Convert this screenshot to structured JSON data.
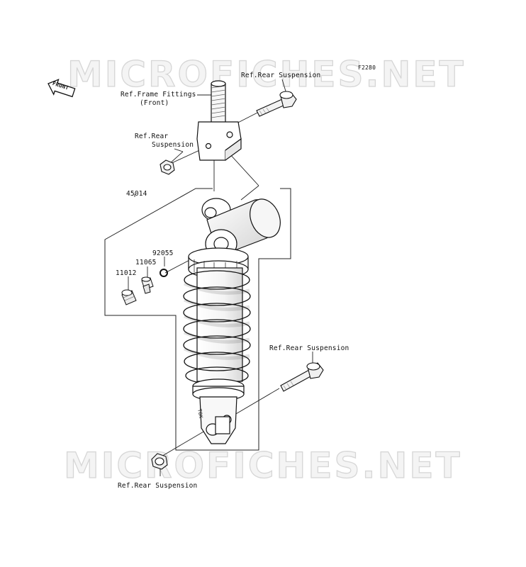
{
  "watermark": {
    "top": "MICROFICHES.NET",
    "bottom": "MICROFICHES.NET"
  },
  "figure_code": "F2280",
  "front_indicator": "FRONT",
  "shock_marking": "TOK",
  "labels": {
    "ref_rear_suspension_top": "Ref.Rear Suspension",
    "ref_frame_fittings_line1": "Ref.Frame Fittings",
    "ref_frame_fittings_line2": "(Front)",
    "ref_rear_left_line1": "Ref.Rear",
    "ref_rear_left_line2": "Suspension",
    "ref_rear_suspension_mid": "Ref.Rear Suspension",
    "ref_rear_suspension_bottom": "Ref.Rear Suspension"
  },
  "parts": [
    {
      "number": "45014"
    },
    {
      "number": "92055"
    },
    {
      "number": "11065"
    },
    {
      "number": "11012"
    }
  ]
}
